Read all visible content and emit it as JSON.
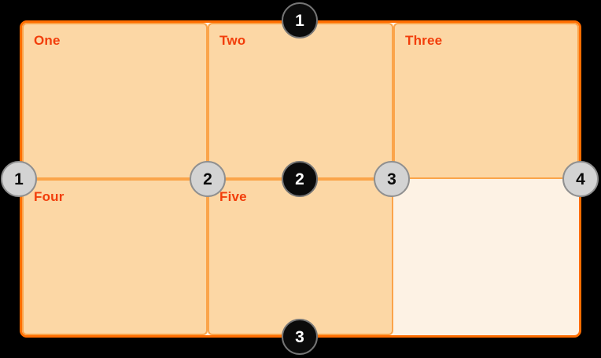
{
  "diagram": {
    "title": "css-grid-line-numbers-diagram",
    "cells": [
      {
        "label": "One"
      },
      {
        "label": "Two"
      },
      {
        "label": "Three"
      },
      {
        "label": "Four"
      },
      {
        "label": "Five"
      },
      {
        "label": ""
      }
    ],
    "row_line_markers": [
      {
        "number": "1"
      },
      {
        "number": "2"
      },
      {
        "number": "3"
      }
    ],
    "column_line_markers": [
      {
        "number": "1"
      },
      {
        "number": "2"
      },
      {
        "number": "3"
      },
      {
        "number": "4"
      }
    ],
    "colors": {
      "page_background": "#000000",
      "container_border": "#ff6d00",
      "container_fill": "#fdf2e4",
      "cell_fill": "#fcd7a5",
      "cell_border": "#fba44a",
      "cell_label_text": "#f23d0a",
      "row_marker_fill": "#0b0b0b",
      "row_marker_ring": "#757575",
      "row_marker_text": "#ffffff",
      "column_marker_fill": "#d3d3d3",
      "column_marker_ring": "#8f8f8f",
      "column_marker_text": "#0b0b0b"
    }
  }
}
